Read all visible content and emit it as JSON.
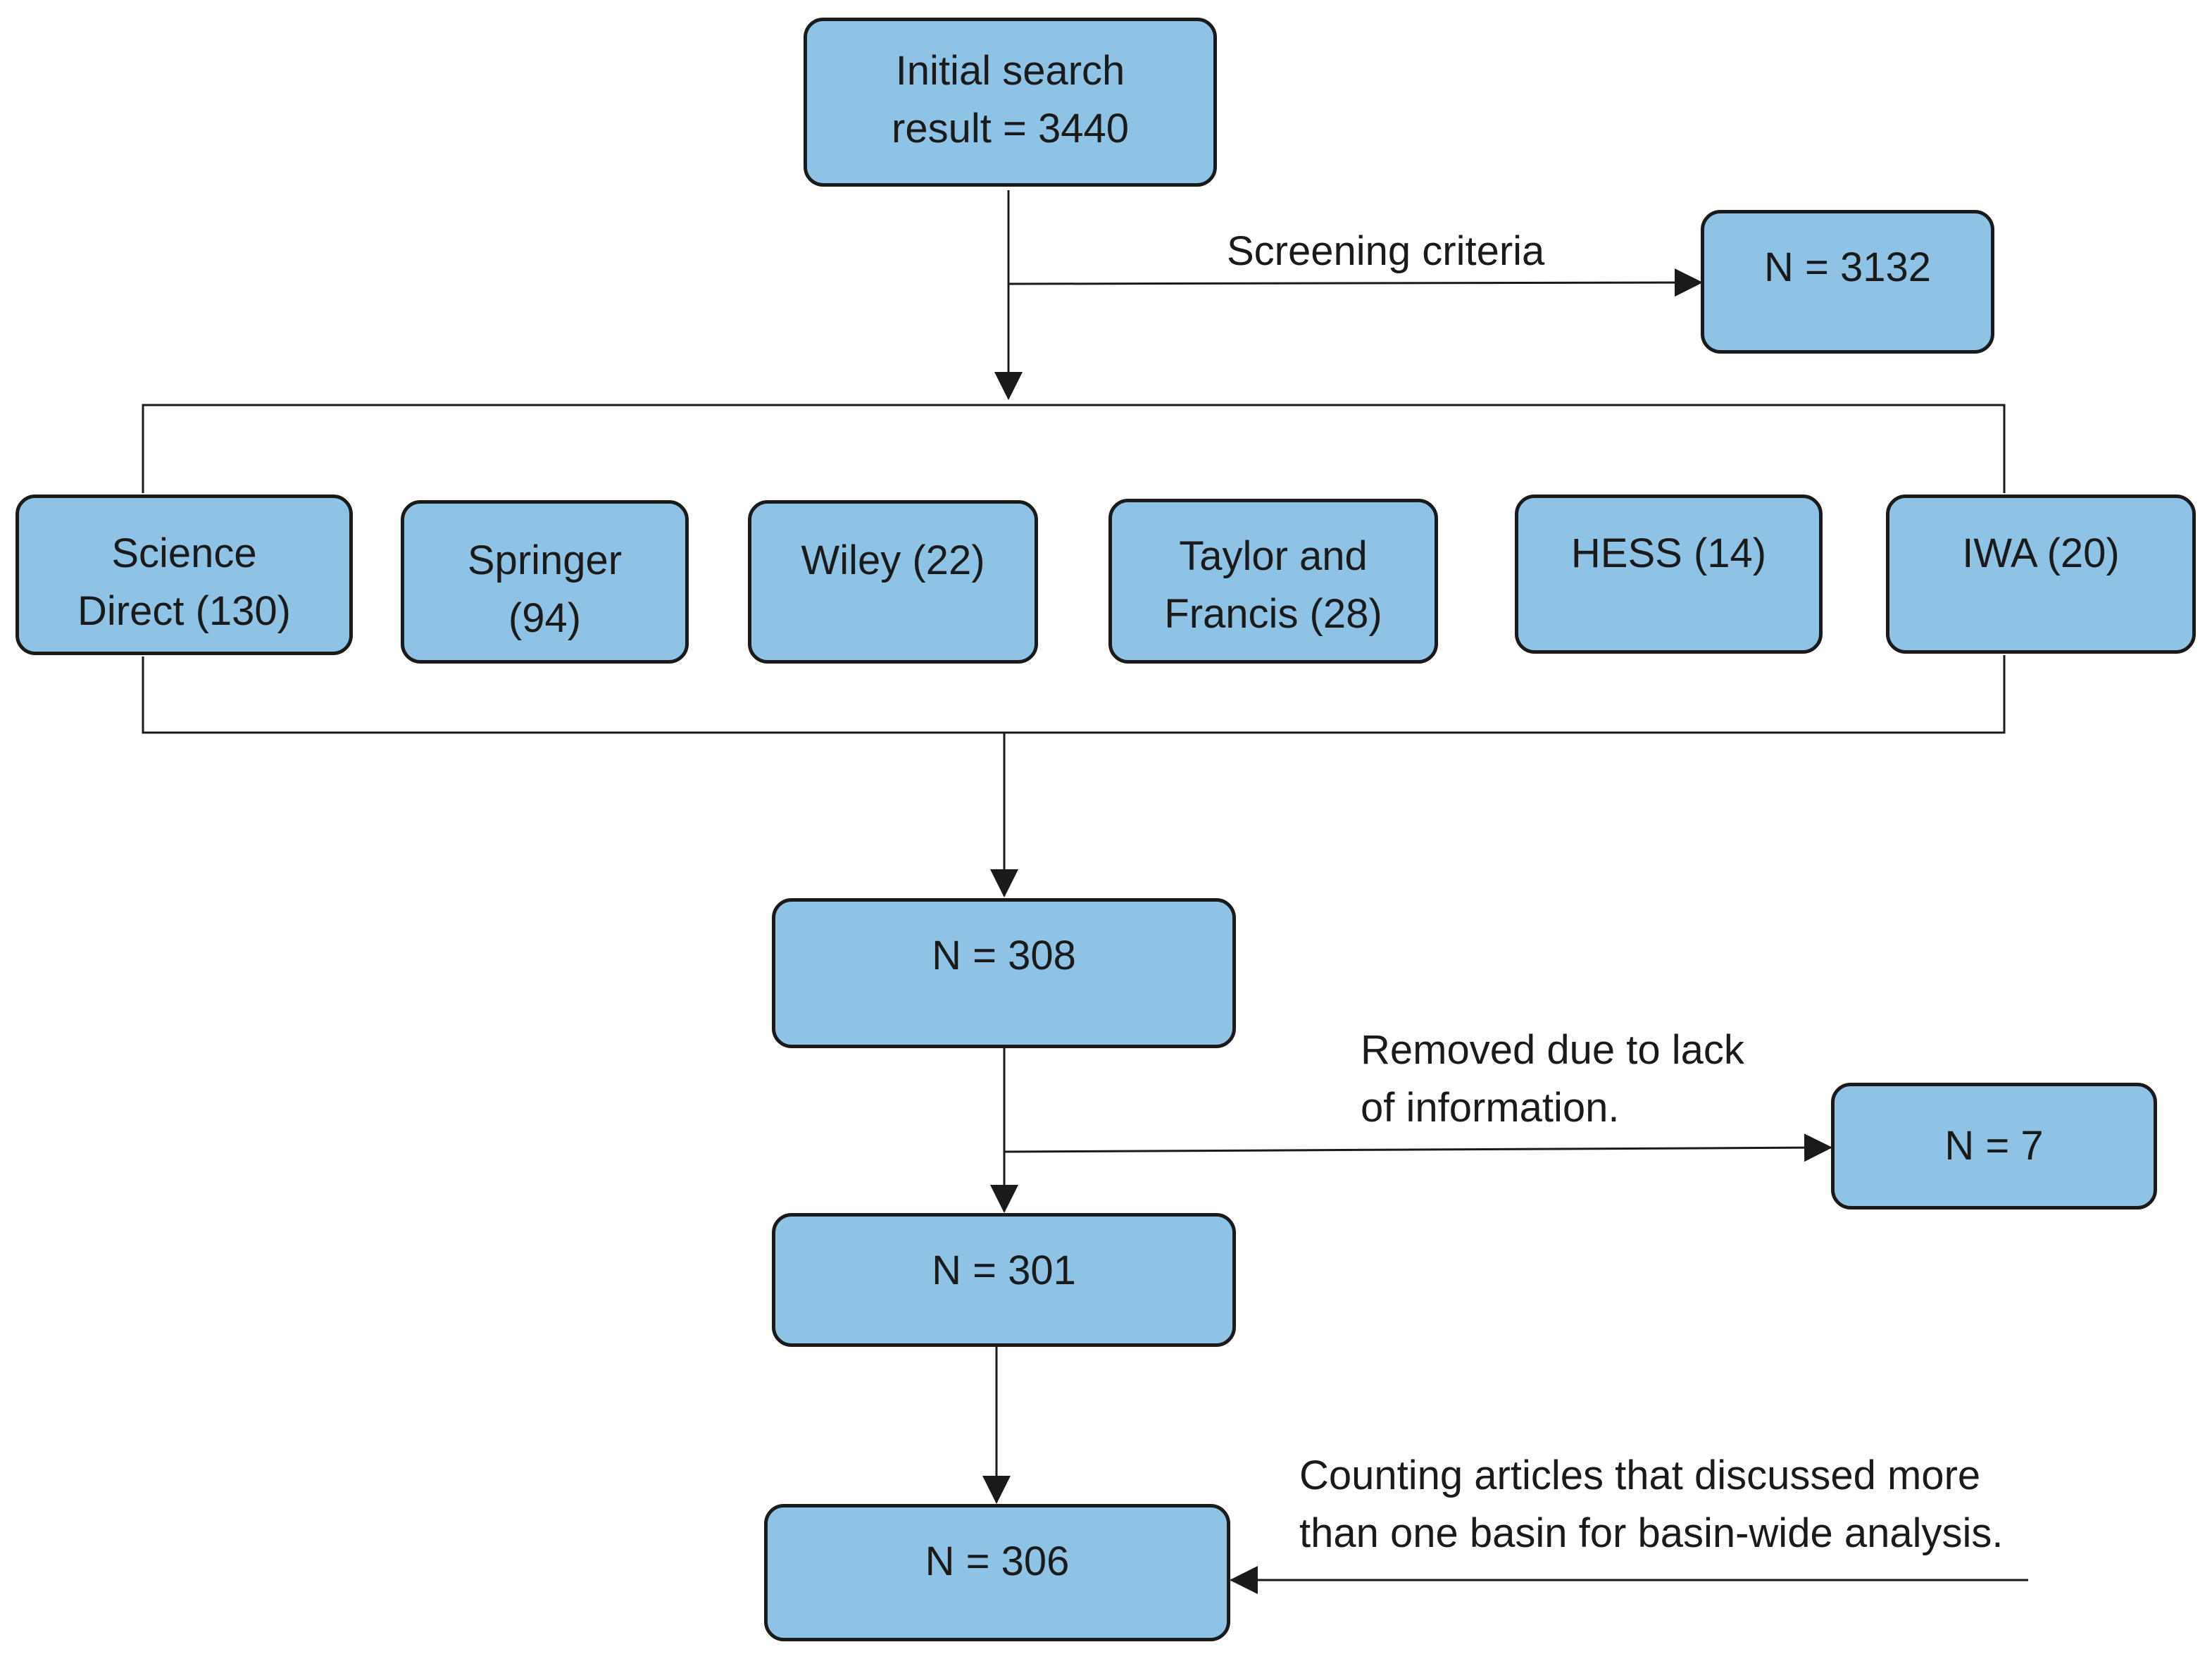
{
  "nodes": {
    "initial": {
      "text": "Initial search\nresult = 3440"
    },
    "excluded_screening": {
      "text": "N = 3132"
    },
    "science_direct": {
      "text": "Science\nDirect (130)"
    },
    "springer": {
      "text": "Springer\n(94)"
    },
    "wiley": {
      "text": "Wiley (22)"
    },
    "taylor_francis": {
      "text": "Taylor and\nFrancis (28)"
    },
    "hess": {
      "text": "HESS (14)"
    },
    "iwa": {
      "text": "IWA (20)"
    },
    "n308": {
      "text": "N = 308"
    },
    "n301": {
      "text": "N = 301"
    },
    "excluded_info": {
      "text": "N = 7"
    },
    "n306": {
      "text": "N = 306"
    }
  },
  "labels": {
    "screening": "Screening criteria",
    "removed": "Removed due to lack\nof information.",
    "counting": "Counting articles that discussed more\nthan one basin for basin-wide analysis."
  },
  "colors": {
    "box_fill": "#8ec3e6",
    "stroke": "#1a1a1a"
  }
}
